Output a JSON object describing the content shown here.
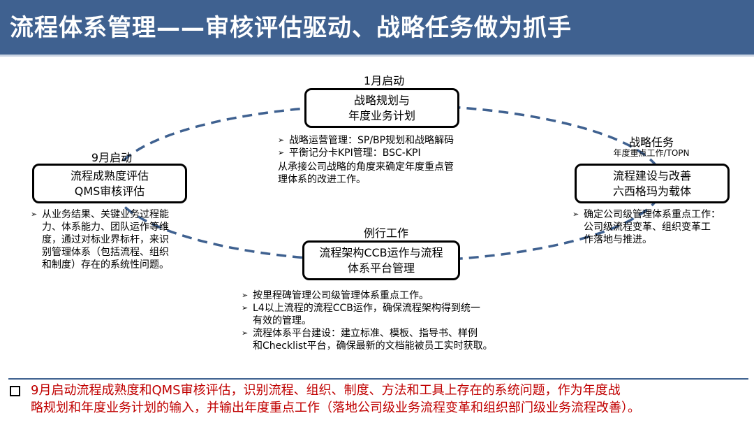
{
  "title": "流程体系管理——审核评估驱动、战略任务做为抓手",
  "top": {
    "caption": "1月启动",
    "box_line1": "战略规划与",
    "box_line2": "年度业务计划",
    "bullets": [
      "战略运营管理：SP/BP规划和战略解码",
      "平衡记分卡KPI管理：BSC-KPI"
    ],
    "note_line1": "从承接公司战略的角度来确定年度重点管",
    "note_line2": "理体系的改进工作。"
  },
  "left": {
    "caption": "9月启动",
    "box_line1": "流程成熟度评估",
    "box_line2": "QMS审核评估",
    "bullet_lines": [
      "从业务结果、关键业务过程能",
      "力、体系能力、团队运作等维",
      "度，通过对标业界标杆，来识",
      "别管理体系（包括流程、组织",
      "和制度）存在的系统性问题。"
    ]
  },
  "right": {
    "caption": "战略任务",
    "subcaption": "年度重点工作/TOPN",
    "box_line1": "流程建设与改善",
    "box_line2": "六西格玛为载体",
    "bullet_lines": [
      "确定公司级管理体系重点工作：",
      "公司级流程变革、组织变革工",
      "作落地与推进。"
    ]
  },
  "bottom": {
    "caption": "例行工作",
    "box_line1": "流程架构CCB运作与流程",
    "box_line2": "体系平台管理",
    "bullet1": "按里程碑管理公司级管理体系重点工作。",
    "bullet2_line1": "L4以上流程的流程CCB运作，确保流程架构得到统一",
    "bullet2_line2": "有效的管理。",
    "bullet3_line1": "流程体系平台建设：建立标准、模板、指导书、样例",
    "bullet3_line2": "和Checklist平台，确保最新的文档能被员工实时获取。"
  },
  "summary": {
    "line1": "9月启动流程成熟度和QMS审核评估，识别流程、组织、制度、方法和工具上存在的系统问题，作为年度战",
    "line2": "略规划和年度业务计划的输入，并输出年度重点工作（落地公司级业务流程变革和组织部门级业务流程改善）。"
  },
  "icons": {
    "bullet": "arrowhead-bullet-icon",
    "summary_marker": "hollow-square-icon"
  },
  "colors": {
    "title_bar": "#3f6190",
    "ring": "#3f6190",
    "summary_text": "#c00000"
  }
}
